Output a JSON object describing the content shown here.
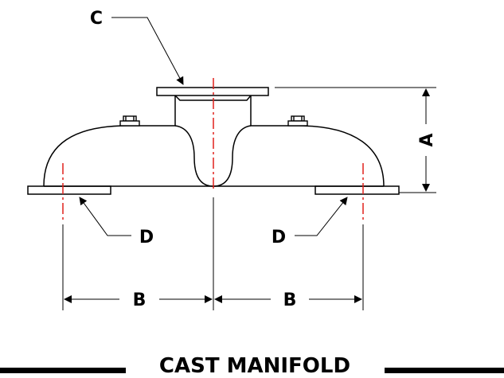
{
  "drawing": {
    "title": "CAST MANIFOLD",
    "labels": {
      "c": "C",
      "a": "A",
      "d_left": "D",
      "d_right": "D",
      "b_left": "B",
      "b_right": "B"
    },
    "colors": {
      "line": "#000000",
      "centerline": "#e0201c",
      "background": "#ffffff"
    }
  }
}
